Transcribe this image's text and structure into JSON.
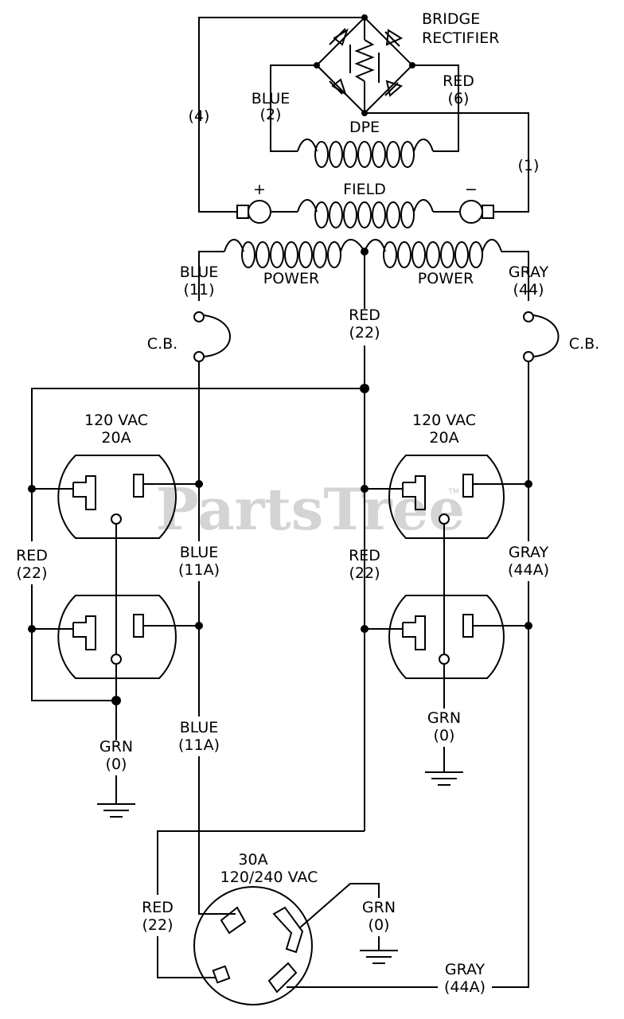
{
  "watermark": "PartsTree",
  "watermark_tm": "TM",
  "rectifier": {
    "line1": "BRIDGE",
    "line2": "RECTIFIER"
  },
  "wire_labels": {
    "blue2_a": "BLUE",
    "blue2_b": "(2)",
    "red6_a": "RED",
    "red6_b": "(6)",
    "w4": "(4)",
    "w1": "(1)",
    "dpe": "DPE",
    "field": "FIELD",
    "plus": "+",
    "minus": "−",
    "power_left": "POWER",
    "power_right": "POWER",
    "blue11_a": "BLUE",
    "blue11_b": "(11)",
    "gray44_a": "GRAY",
    "gray44_b": "(44)",
    "red22_top_a": "RED",
    "red22_top_b": "(22)",
    "cb_left": "C.B.",
    "cb_right": "C.B.",
    "red22_left_a": "RED",
    "red22_left_b": "(22)",
    "blue11a_mid_a": "BLUE",
    "blue11a_mid_b": "(11A)",
    "red22_mid_a": "RED",
    "red22_mid_b": "(22)",
    "gray44a_mid_a": "GRAY",
    "gray44a_mid_b": "(44A)",
    "grn_left_a": "GRN",
    "grn_left_b": "(0)",
    "blue11a_low_a": "BLUE",
    "blue11a_low_b": "(11A)",
    "grn_right_a": "GRN",
    "grn_right_b": "(0)",
    "red22_bottom_a": "RED",
    "red22_bottom_b": "(22)",
    "grn_bottom_a": "GRN",
    "grn_bottom_b": "(0)",
    "gray44a_bottom_a": "GRAY",
    "gray44a_bottom_b": "(44A)"
  },
  "receptacle_left": {
    "rating1": "120  VAC",
    "rating2": "20A"
  },
  "receptacle_right": {
    "rating1": "120  VAC",
    "rating2": "20A"
  },
  "twistlock": {
    "rating1": "30A",
    "rating2": "120/240  VAC"
  }
}
